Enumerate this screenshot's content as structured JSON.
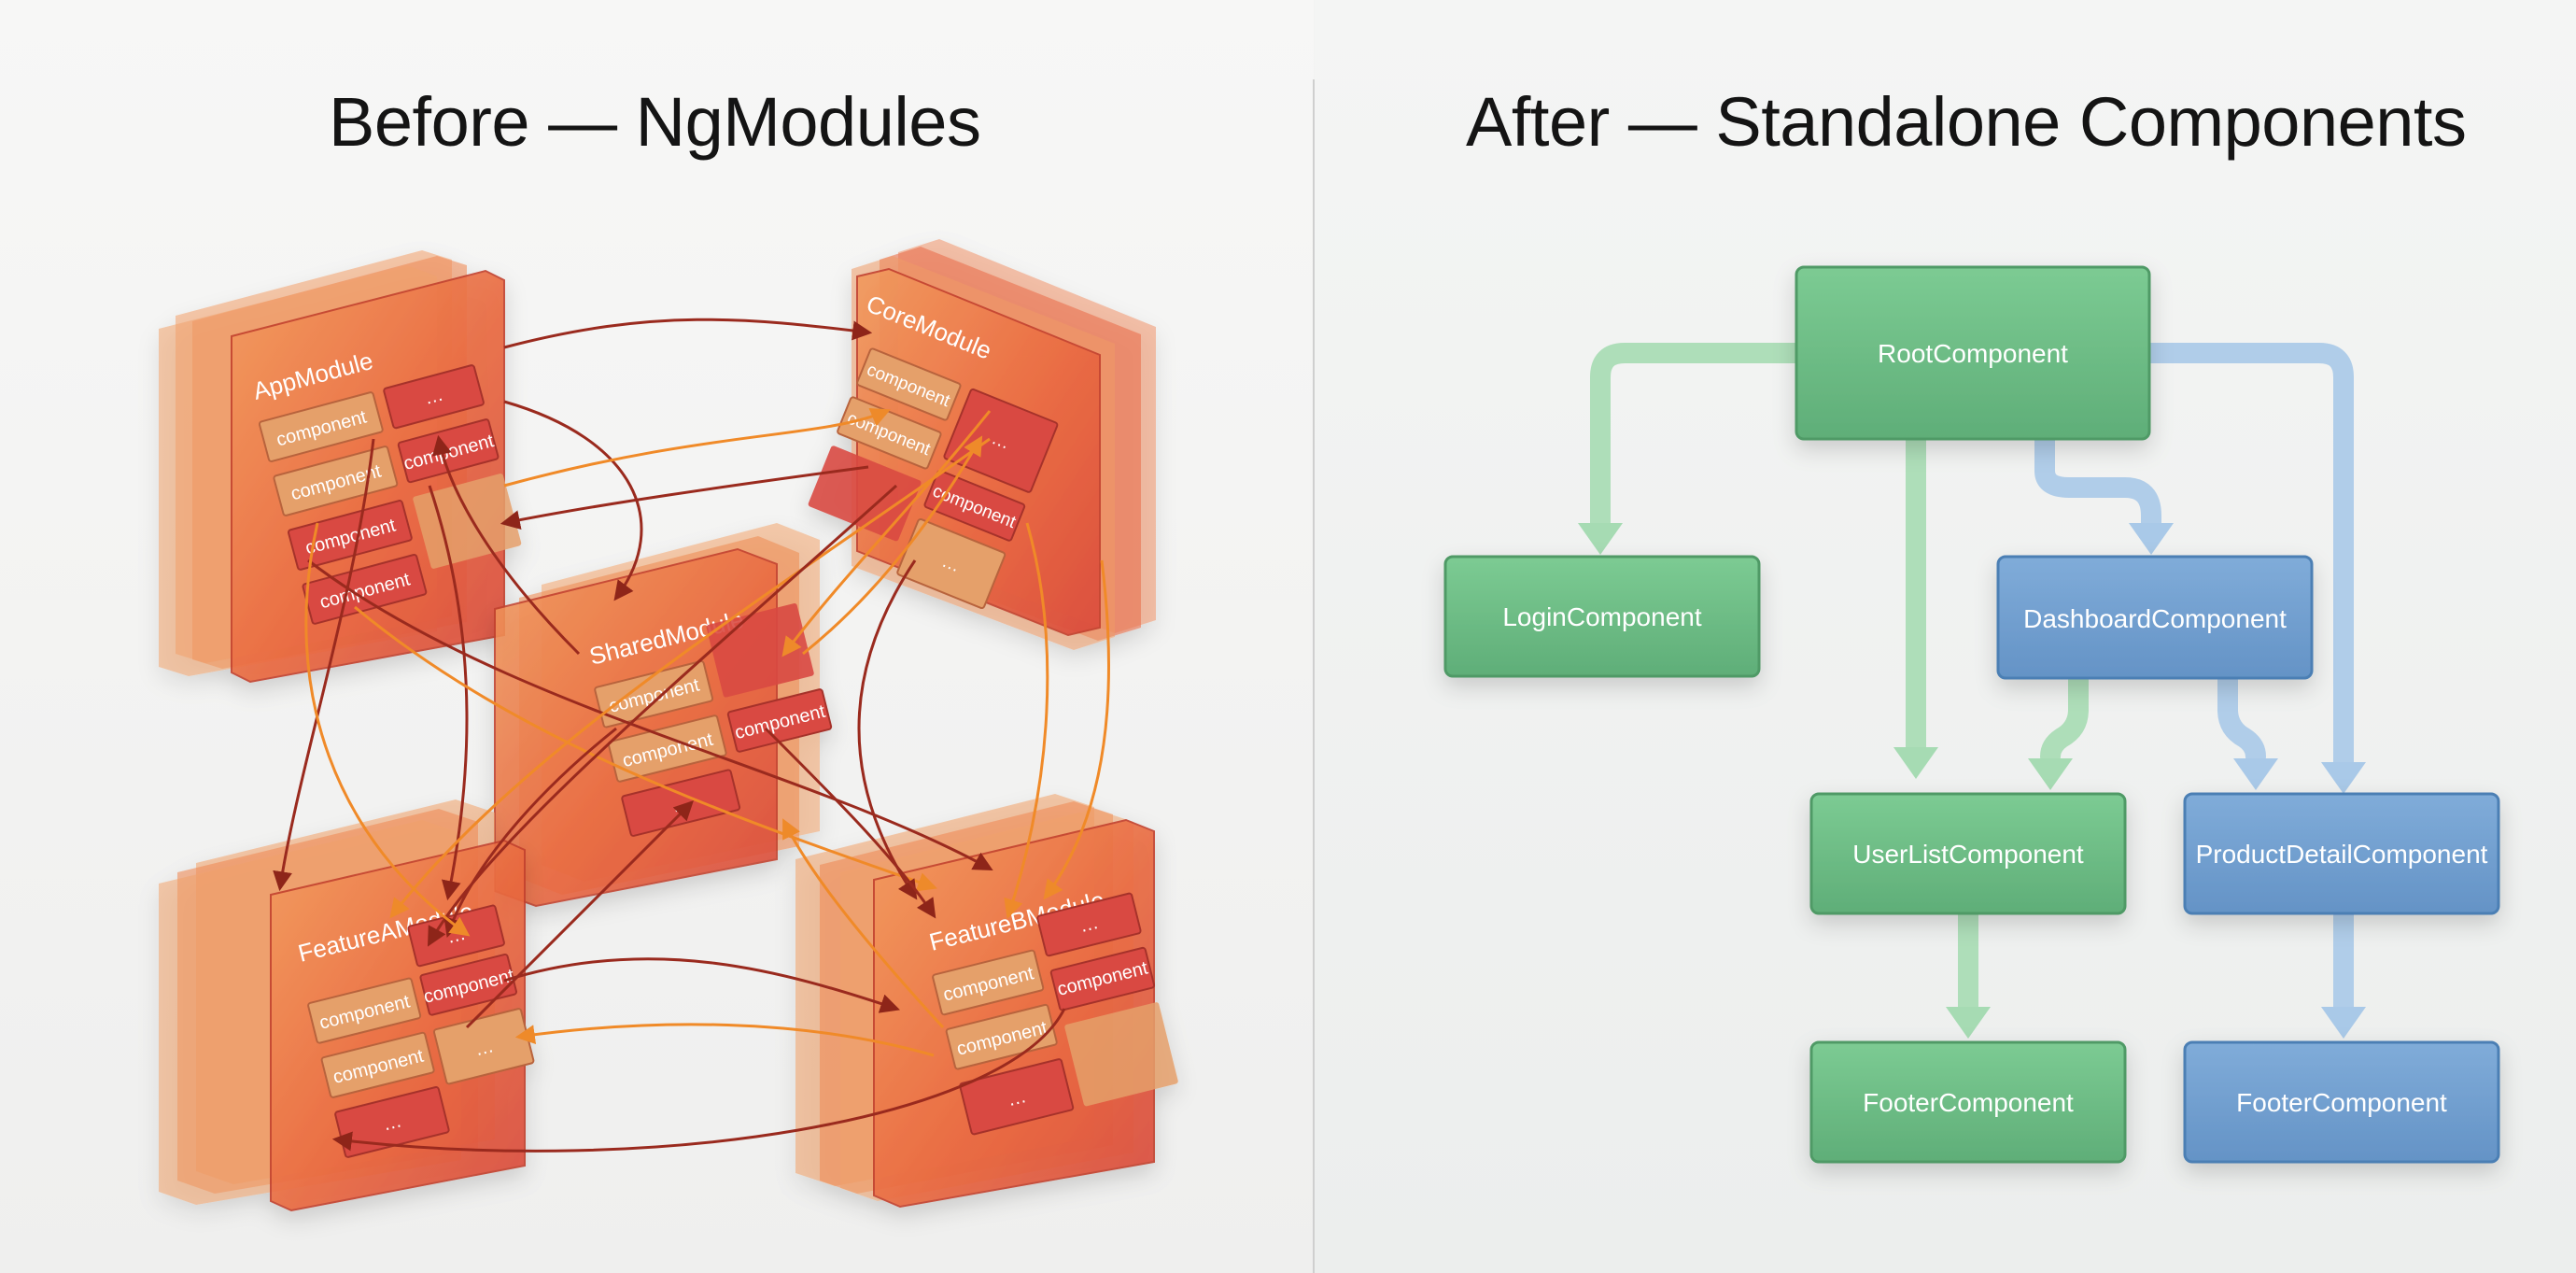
{
  "left": {
    "title": "Before — NgModules",
    "modules": [
      {
        "name": "AppModule",
        "items": [
          "component",
          "…",
          "component",
          "component",
          "component",
          "component"
        ]
      },
      {
        "name": "CoreModule",
        "items": [
          "component",
          "…",
          "component",
          "component",
          "…"
        ]
      },
      {
        "name": "SharedModule",
        "items": [
          "component",
          "component",
          "component",
          "…"
        ]
      },
      {
        "name": "FeatureAModule",
        "items": [
          "…",
          "component",
          "component",
          "component",
          "…",
          "…"
        ]
      },
      {
        "name": "FeatureBModule",
        "items": [
          "component",
          "…",
          "component",
          "component",
          "…"
        ]
      }
    ]
  },
  "right": {
    "title": "After — Standalone Components",
    "nodes": {
      "root": "RootComponent",
      "login": "LoginComponent",
      "dashboard": "DashboardComponent",
      "userlist": "UserListComponent",
      "productdetail": "ProductDetailComponent",
      "footer_green": "FooterComponent",
      "footer_blue": "FooterComponent"
    }
  },
  "colors": {
    "module_front": "#e65a3a",
    "module_back": "#ef8a55",
    "tile_orange": "#e49864",
    "tile_red": "#d74a42",
    "link_dark": "#9a2a1e",
    "link_orange": "#f08a28",
    "green_node": "#6bbd84",
    "green_arrow": "#a6dbb3",
    "blue_node": "#6f9fd0",
    "blue_arrow": "#a9c9e8"
  }
}
